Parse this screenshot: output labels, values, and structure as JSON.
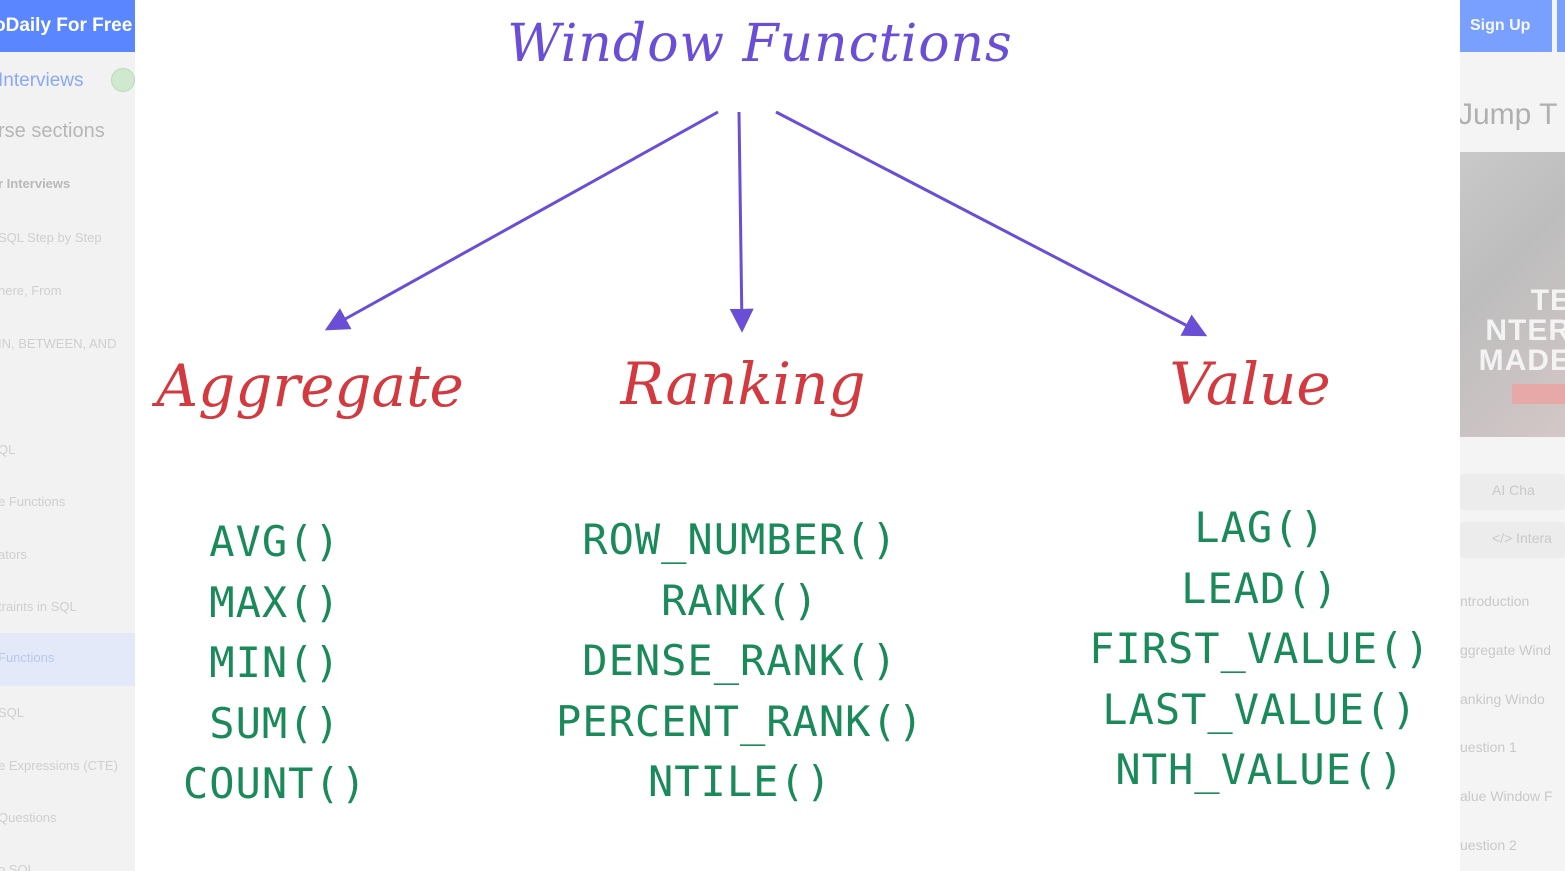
{
  "background_page": {
    "left": {
      "promo_banner": "oDaily For Free",
      "interviews_link": "Interviews",
      "course_sections_title": "rse sections",
      "group_heading": "r Interviews",
      "nav_items": [
        "SQL Step by Step",
        "nere, From",
        "IN, BETWEEN, AND",
        "QL",
        "e Functions",
        "ators",
        "traints in SQL",
        "Functions",
        "SQL",
        "e Expressions (CTE)",
        "Questions",
        "o SQL"
      ]
    },
    "right": {
      "signup_button": "Sign Up",
      "jump_title": "Jump T",
      "promo_image_lines": [
        "TE",
        "NTER",
        "MADE"
      ],
      "ai_chat_button": "AI Cha",
      "interactive_button": "</> Intera",
      "toc_items": [
        "ntroduction",
        "ggregate Wind",
        "anking Windo",
        "uestion 1",
        "alue Window F",
        "uestion 2"
      ]
    }
  },
  "diagram": {
    "title": "Window Functions",
    "categories": [
      {
        "name": "Aggregate",
        "functions": [
          "AVG()",
          "MAX()",
          "MIN()",
          "SUM()",
          "COUNT()"
        ]
      },
      {
        "name": "Ranking",
        "functions": [
          "ROW_NUMBER()",
          "RANK()",
          "DENSE_RANK()",
          "PERCENT_RANK()",
          "NTILE()"
        ]
      },
      {
        "name": "Value",
        "functions": [
          "LAG()",
          "LEAD()",
          "FIRST_VALUE()",
          "LAST_VALUE()",
          "NTH_VALUE()"
        ]
      }
    ],
    "colors": {
      "title": "#6a4fd6",
      "arrows": "#6a4fd6",
      "categories": "#d23a3f",
      "functions": "#1b8a5a"
    }
  }
}
